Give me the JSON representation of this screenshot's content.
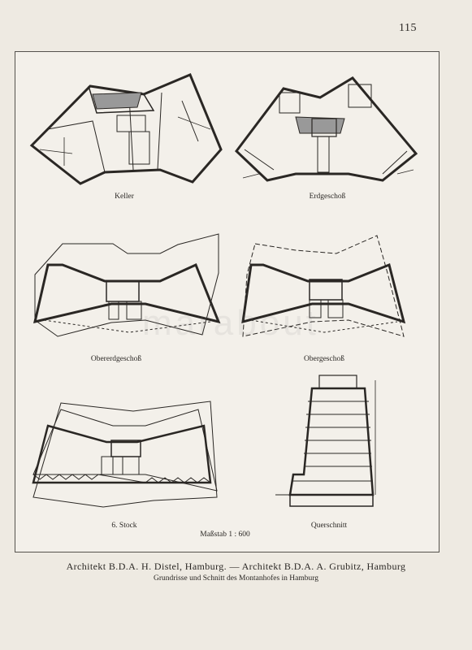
{
  "page_number": "115",
  "plans": {
    "keller": "Keller",
    "erdgeschoss": "Erdgeschoß",
    "obererdgeschoss": "Obererdgeschoß",
    "obergeschoss": "Obergeschoß",
    "sechster_stock": "6. Stock",
    "querschnitt": "Querschnitt"
  },
  "scale": "Maßstab 1 : 600",
  "credit": "Architekt B.D.A. H. Distel, Hamburg. — Architekt B.D.A. A. Grubitz, Hamburg",
  "subtitle": "Grundrisse und Schnitt des Montanhofes in Hamburg",
  "watermark": "marabout"
}
